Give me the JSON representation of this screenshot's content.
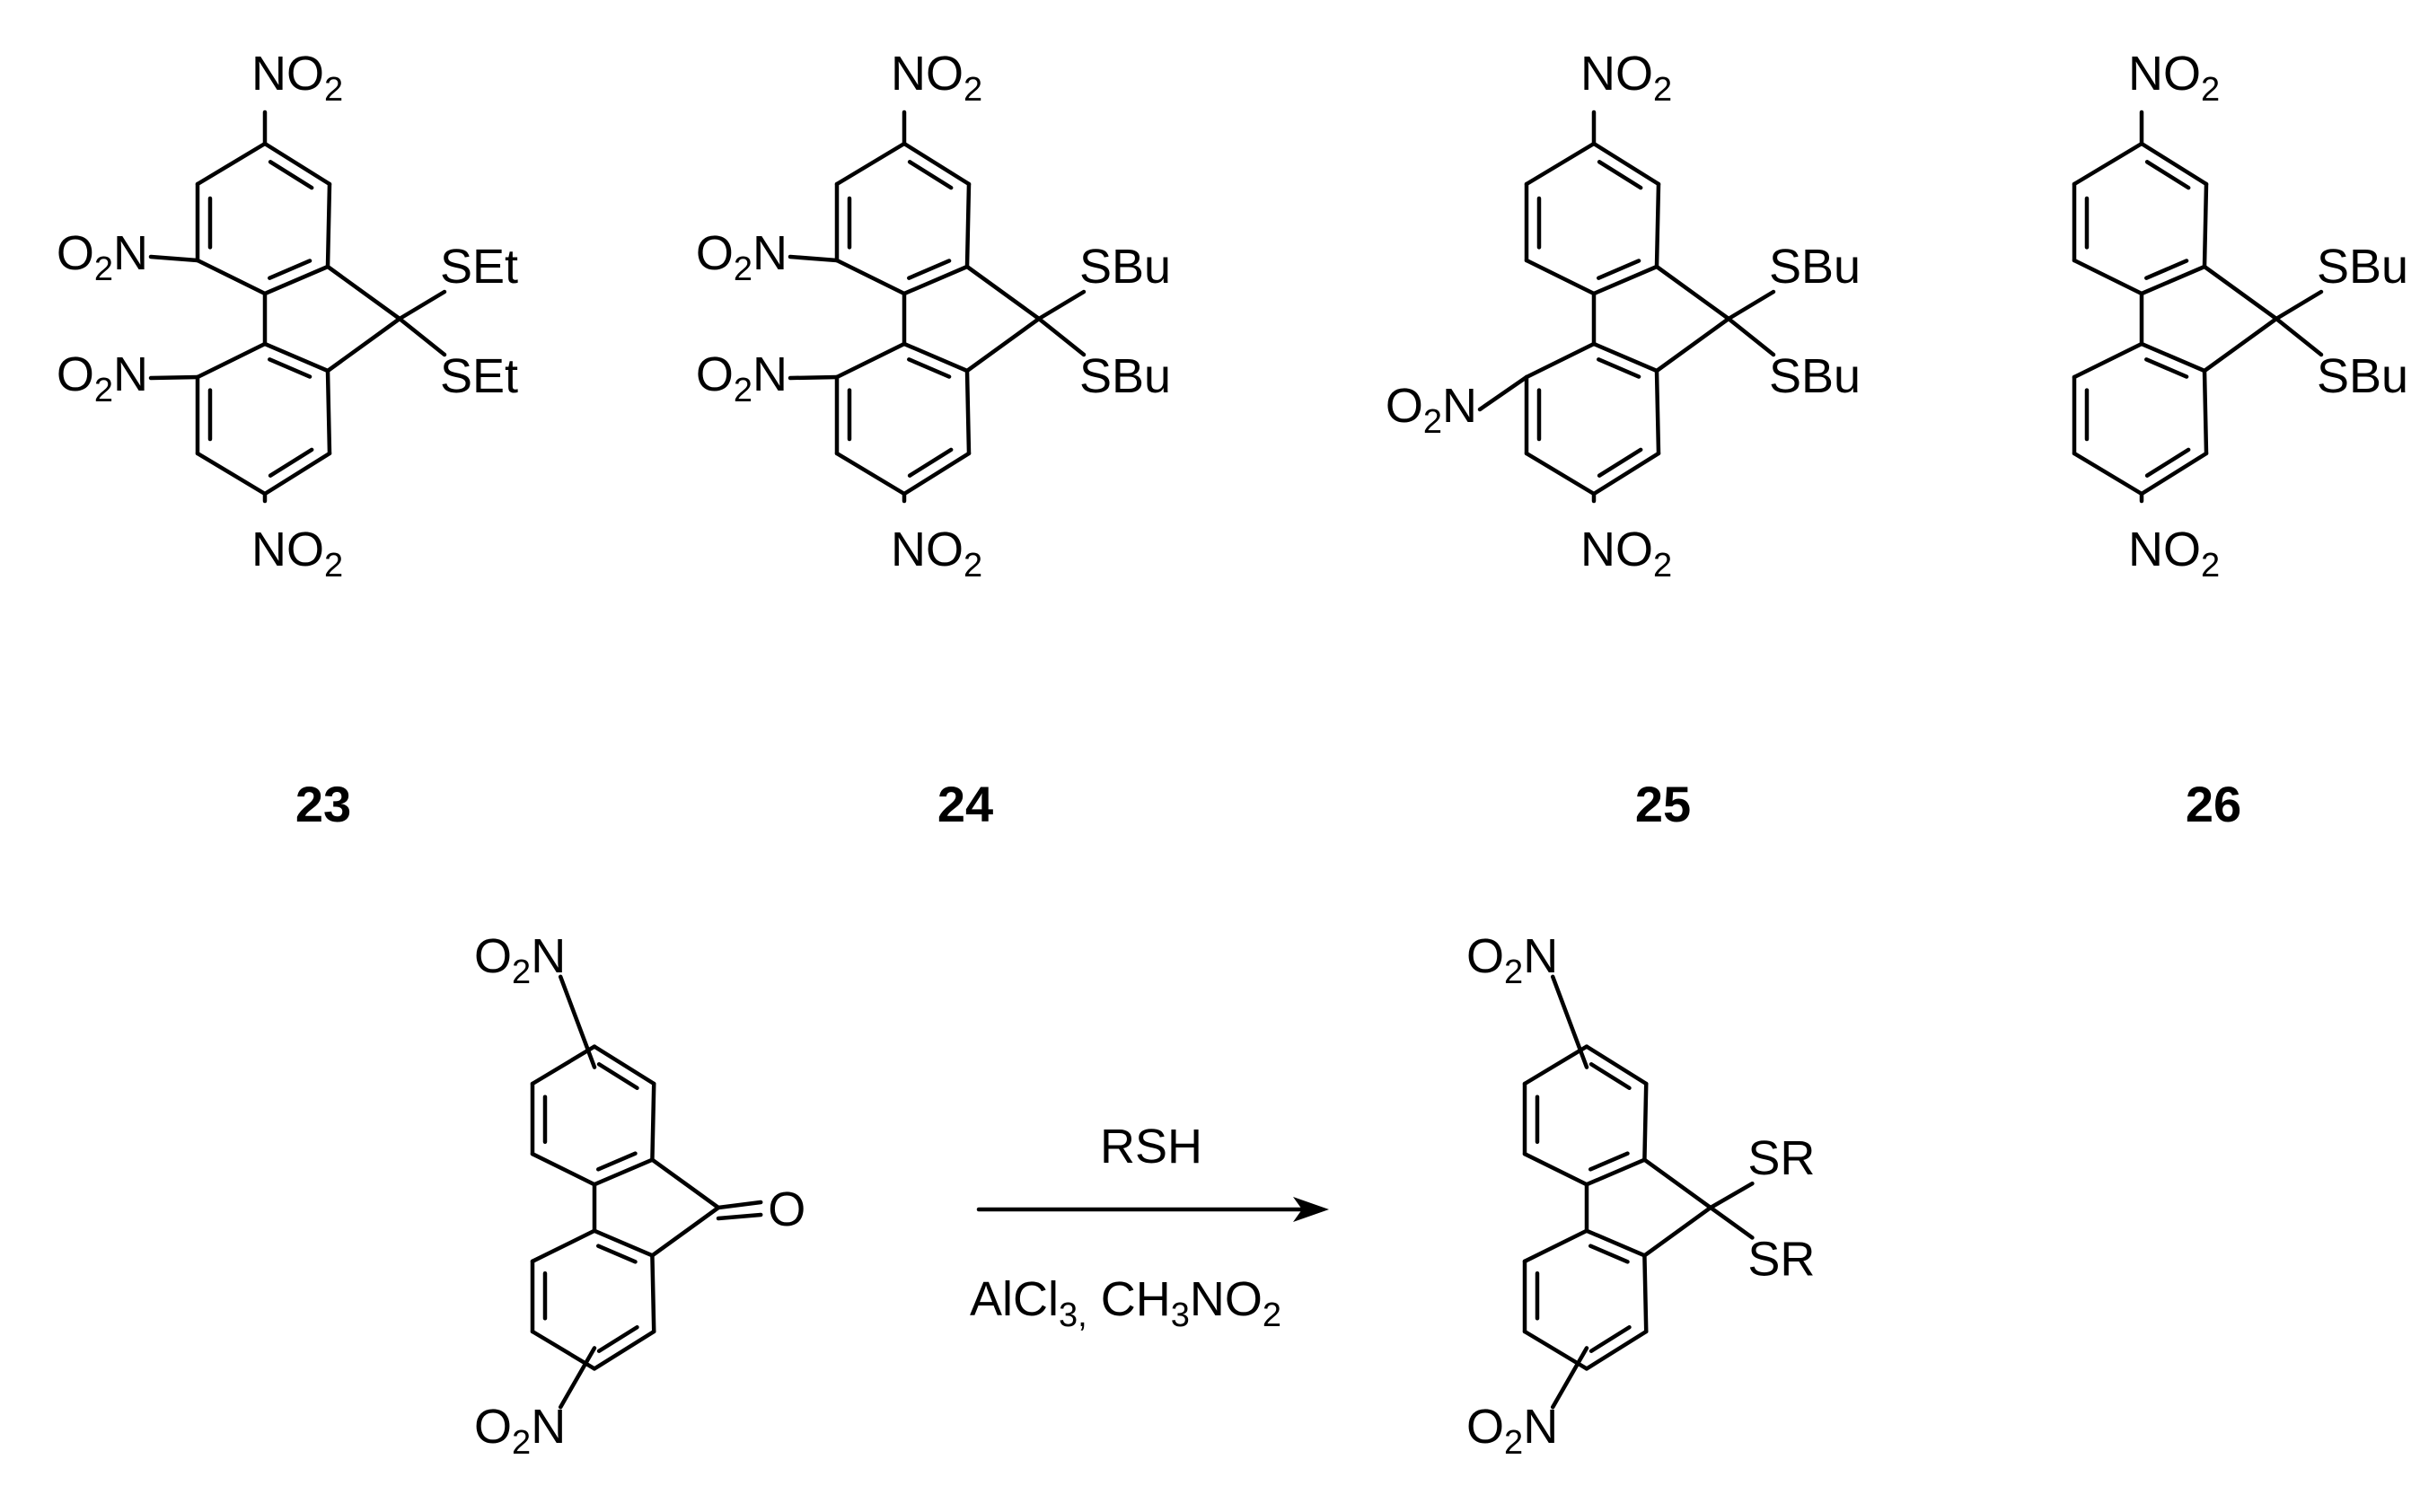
{
  "compounds": [
    {
      "number": "23",
      "substituents": [
        {
          "text": "NO",
          "sub": "2"
        },
        {
          "text": "NO",
          "sub": "2"
        },
        {
          "text": "O",
          "sub": "2",
          "tail": "N"
        },
        {
          "text": "O",
          "sub": "2",
          "tail": "N"
        },
        {
          "text": "SEt"
        },
        {
          "text": "SEt"
        }
      ]
    },
    {
      "number": "24",
      "substituents": [
        {
          "text": "NO",
          "sub": "2"
        },
        {
          "text": "NO",
          "sub": "2"
        },
        {
          "text": "O",
          "sub": "2",
          "tail": "N"
        },
        {
          "text": "O",
          "sub": "2",
          "tail": "N"
        },
        {
          "text": "SBu"
        },
        {
          "text": "SBu"
        }
      ]
    },
    {
      "number": "25",
      "substituents": [
        {
          "text": "NO",
          "sub": "2"
        },
        {
          "text": "NO",
          "sub": "2"
        },
        {
          "text": "O",
          "sub": "2",
          "tail": "N"
        },
        {
          "text": "SBu"
        },
        {
          "text": "SBu"
        }
      ]
    },
    {
      "number": "26",
      "substituents": [
        {
          "text": "NO",
          "sub": "2"
        },
        {
          "text": "NO",
          "sub": "2"
        },
        {
          "text": "SBu"
        },
        {
          "text": "SBu"
        }
      ]
    }
  ],
  "reaction": {
    "reactant": {
      "substituents": [
        {
          "text": "O",
          "sub": "2",
          "tail": "N"
        },
        {
          "text": "O",
          "sub": "2",
          "tail": "N"
        },
        {
          "text": "O"
        }
      ]
    },
    "reagent_above": "RSH",
    "reagent_below": {
      "part1": "AlCl",
      "sub1": "3,",
      "part2": " CH",
      "sub2": "3",
      "part3": "NO",
      "sub3": "2"
    },
    "product": {
      "substituents": [
        {
          "text": "O",
          "sub": "2",
          "tail": "N"
        },
        {
          "text": "O",
          "sub": "2",
          "tail": "N"
        },
        {
          "text": "SR"
        },
        {
          "text": "SR"
        }
      ]
    }
  }
}
